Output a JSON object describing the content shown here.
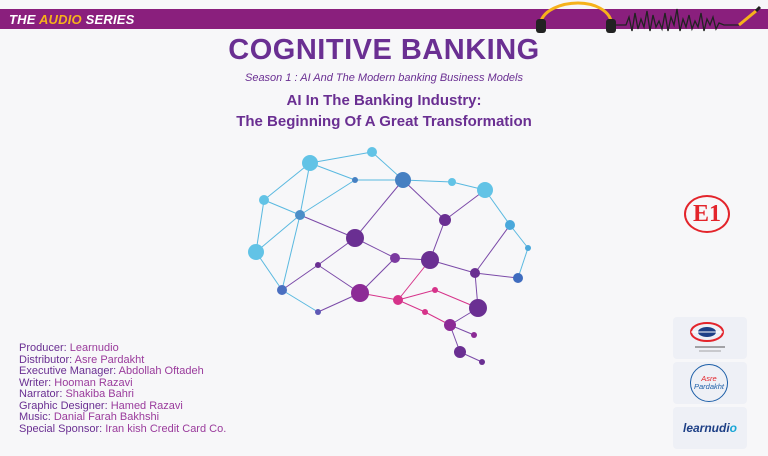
{
  "header": {
    "series_prefix": "THE ",
    "series_accent": "AUDIO",
    "series_suffix": " SERIES"
  },
  "title": "COGNITIVE BANKING",
  "season": "Season 1 : AI And The Modern banking Business Models",
  "subtitle_line1": "AI In The Banking Industry:",
  "subtitle_line2": "The Beginning Of A Great Transformation",
  "episode_badge": "E1",
  "credits": [
    {
      "role": "Producer: ",
      "person": "Learnudio"
    },
    {
      "role": "Distributor: ",
      "person": "Asre Pardakht"
    },
    {
      "role": "Executive Manager: ",
      "person": "Abdollah Oftadeh"
    },
    {
      "role": "Writer:  ",
      "person": "Hooman Razavi"
    },
    {
      "role": "Narrator: ",
      "person": "Shakiba Bahri"
    },
    {
      "role": "Graphic Designer: ",
      "person": "Hamed Razavi"
    },
    {
      "role": "Music: ",
      "person": "Danial Farah Bakhshi"
    },
    {
      "role": "Special Sponsor: ",
      "person": "Iran kish Credit Card Co."
    }
  ],
  "sponsors": {
    "asre_line1_accent": "Asre",
    "asre_line2": "Pardakht",
    "learnudio_main": "learnudi",
    "learnudio_accent": "o"
  },
  "colors": {
    "bar": "#8a1f7d",
    "accent": "#f6b21b",
    "title": "#6a2f92",
    "badge": "#e3242b"
  },
  "icons": [
    "headphones-icon",
    "sound-wave-icon",
    "brain-network-icon",
    "iran-kish-logo-icon"
  ]
}
